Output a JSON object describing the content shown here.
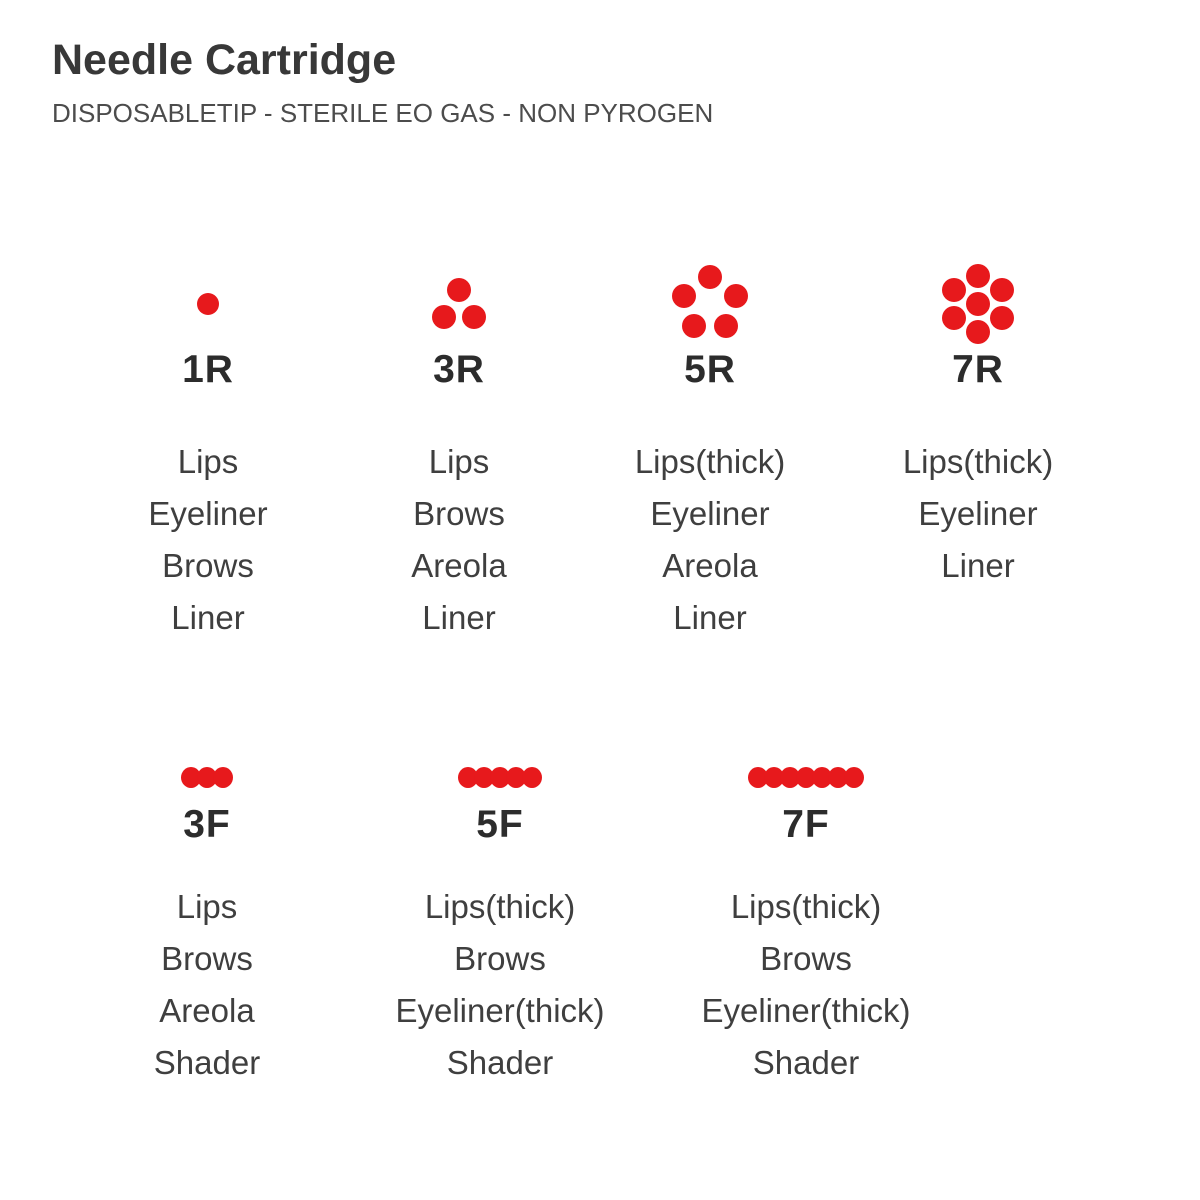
{
  "header": {
    "title": "Needle Cartridge",
    "subtitle": "DISPOSABLETIP - STERILE EO GAS - NON PYROGEN"
  },
  "colors": {
    "dot_red": "#e7191c",
    "title": "#383838",
    "subtitle": "#4c4c4c",
    "code": "#2c2c2c",
    "body": "#3f3f3f"
  },
  "rows": [
    {
      "name": "round",
      "items": [
        {
          "code": "1R",
          "needles": 1,
          "arrangement": "round",
          "uses": [
            "Lips",
            "Eyeliner",
            "Brows",
            "Liner"
          ]
        },
        {
          "code": "3R",
          "needles": 3,
          "arrangement": "round",
          "uses": [
            "Lips",
            "Brows",
            "Areola",
            "Liner"
          ]
        },
        {
          "code": "5R",
          "needles": 5,
          "arrangement": "round",
          "uses": [
            "Lips(thick)",
            "Eyeliner",
            "Areola",
            "Liner"
          ]
        },
        {
          "code": "7R",
          "needles": 7,
          "arrangement": "round",
          "uses": [
            "Lips(thick)",
            "Eyeliner",
            "Liner"
          ]
        }
      ]
    },
    {
      "name": "flat",
      "items": [
        {
          "code": "3F",
          "needles": 3,
          "arrangement": "flat",
          "uses": [
            "Lips",
            "Brows",
            "Areola",
            "Shader"
          ]
        },
        {
          "code": "5F",
          "needles": 5,
          "arrangement": "flat",
          "uses": [
            "Lips(thick)",
            "Brows",
            "Eyeliner(thick)",
            "Shader"
          ]
        },
        {
          "code": "7F",
          "needles": 7,
          "arrangement": "flat",
          "uses": [
            "Lips(thick)",
            "Brows",
            "Eyeliner(thick)",
            "Shader"
          ]
        }
      ]
    }
  ]
}
